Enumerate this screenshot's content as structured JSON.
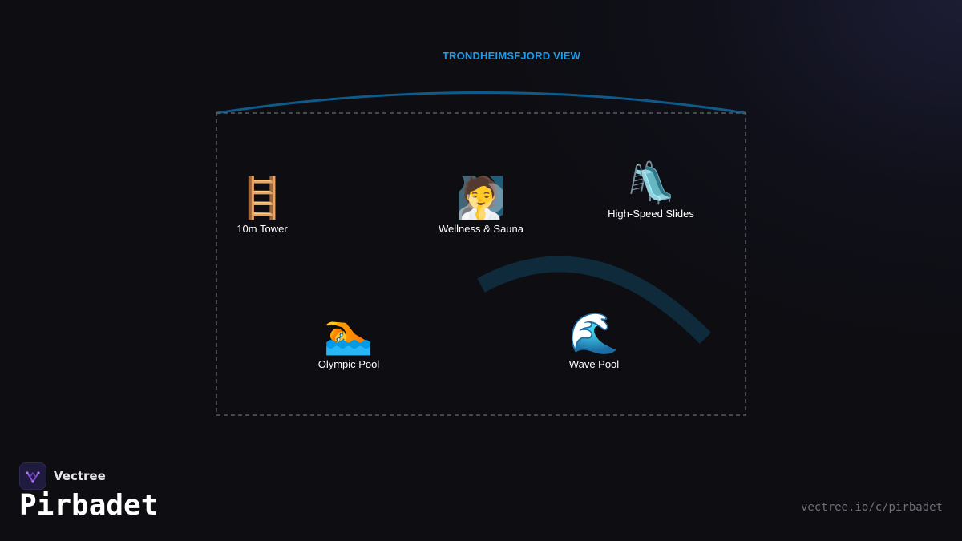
{
  "view_label": "TRONDHEIMSFJORD VIEW",
  "zones": [
    {
      "icon": "ladder-icon",
      "emoji": "🪜",
      "label": "10m Tower"
    },
    {
      "icon": "person-in-steamy-room-icon",
      "emoji": "🧖",
      "label": "Wellness & Sauna"
    },
    {
      "icon": "playground-slide-icon",
      "emoji": "🛝",
      "label": "High-Speed Slides"
    },
    {
      "icon": "swimmer-icon",
      "emoji": "🏊",
      "label": "Olympic Pool"
    },
    {
      "icon": "water-wave-icon",
      "emoji": "🌊",
      "label": "Wave Pool"
    }
  ],
  "brand": {
    "name": "Vectree",
    "logo_icon": "vectree-logo-icon"
  },
  "title": "Pirbadet",
  "footer_url": "vectree.io/c/pirbadet",
  "colors": {
    "background": "#0d0d12",
    "accent": "#1a9dea",
    "fjord_line": "#0e5a8a",
    "boundary": "#5a5a62",
    "current_arc": "#0f2a3a"
  }
}
